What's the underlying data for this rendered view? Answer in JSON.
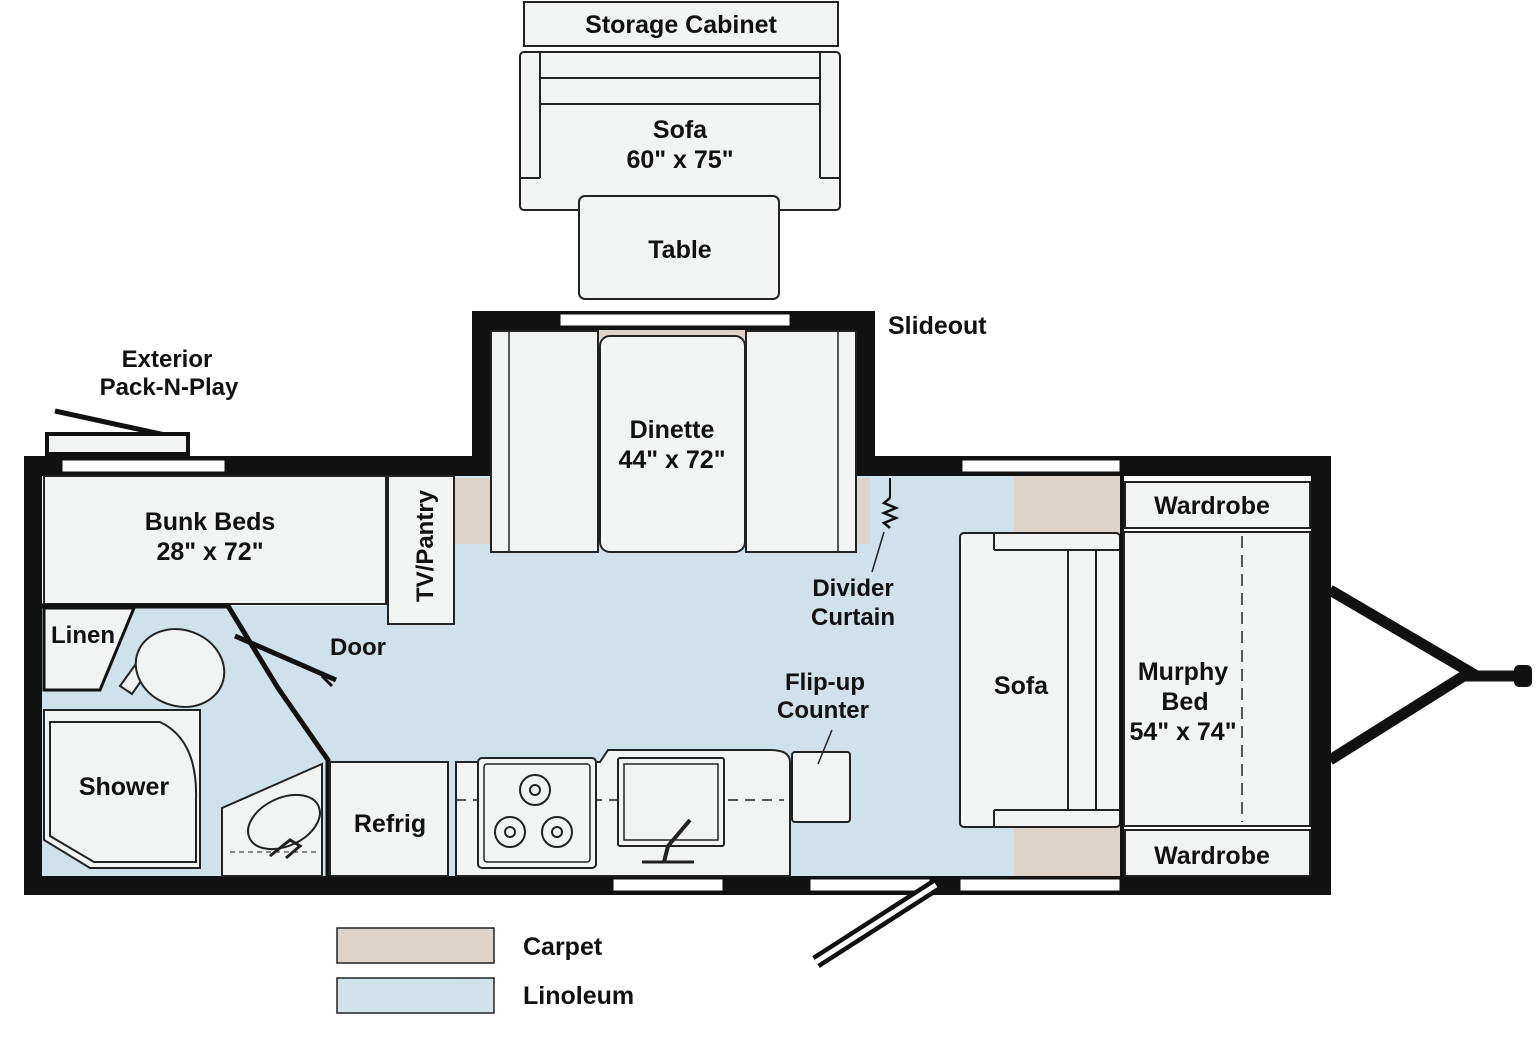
{
  "colors": {
    "wall": "#111111",
    "linoleum": "#cfe1e9",
    "carpet": "#ddd3cb",
    "furniture": "#f2f3f3",
    "outline": "#222222"
  },
  "labels": {
    "storage_cabinet": "Storage Cabinet",
    "slide_sofa_title": "Sofa",
    "slide_sofa_size": "60\" x 75\"",
    "table": "Table",
    "slideout": "Slideout",
    "dinette_title": "Dinette",
    "dinette_size": "44\" x 72\"",
    "pack_n_play_line1": "Exterior",
    "pack_n_play_line2": "Pack-N-Play",
    "bunk_title": "Bunk Beds",
    "bunk_size": "28\" x 72\"",
    "tv_pantry": "TV/Pantry",
    "linen": "Linen",
    "door": "Door",
    "divider_line1": "Divider",
    "divider_line2": "Curtain",
    "flip_line1": "Flip-up",
    "flip_line2": "Counter",
    "sofa": "Sofa",
    "wardrobe_top": "Wardrobe",
    "wardrobe_bottom": "Wardrobe",
    "murphy_line1": "Murphy",
    "murphy_line2": "Bed",
    "murphy_size": "54\" x 74\"",
    "shower": "Shower",
    "refrig": "Refrig"
  },
  "legend": [
    {
      "label": "Carpet",
      "color": "#ddd3cb"
    },
    {
      "label": "Linoleum",
      "color": "#cfe1e9"
    }
  ]
}
